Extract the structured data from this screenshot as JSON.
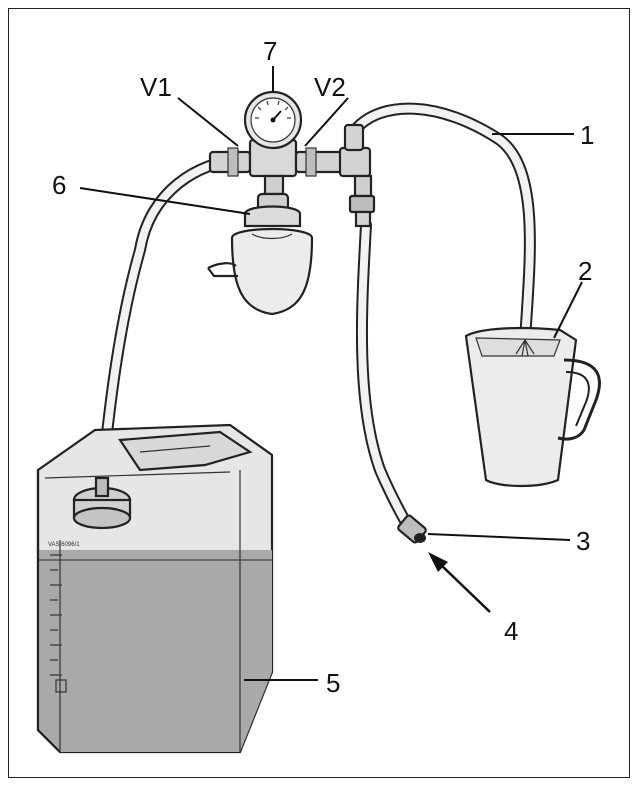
{
  "labels": {
    "l1": "1",
    "l2": "2",
    "l3": "3",
    "l4": "4",
    "l5": "5",
    "l6": "6",
    "l7": "7",
    "v1": "V1",
    "v2": "V2"
  },
  "canister_scale_text": "VAS 6096/1",
  "colors": {
    "liquid": "#a9a9a9",
    "canister": "#e4e4e4",
    "metal": "#cfcfcf",
    "outline": "#222222"
  }
}
